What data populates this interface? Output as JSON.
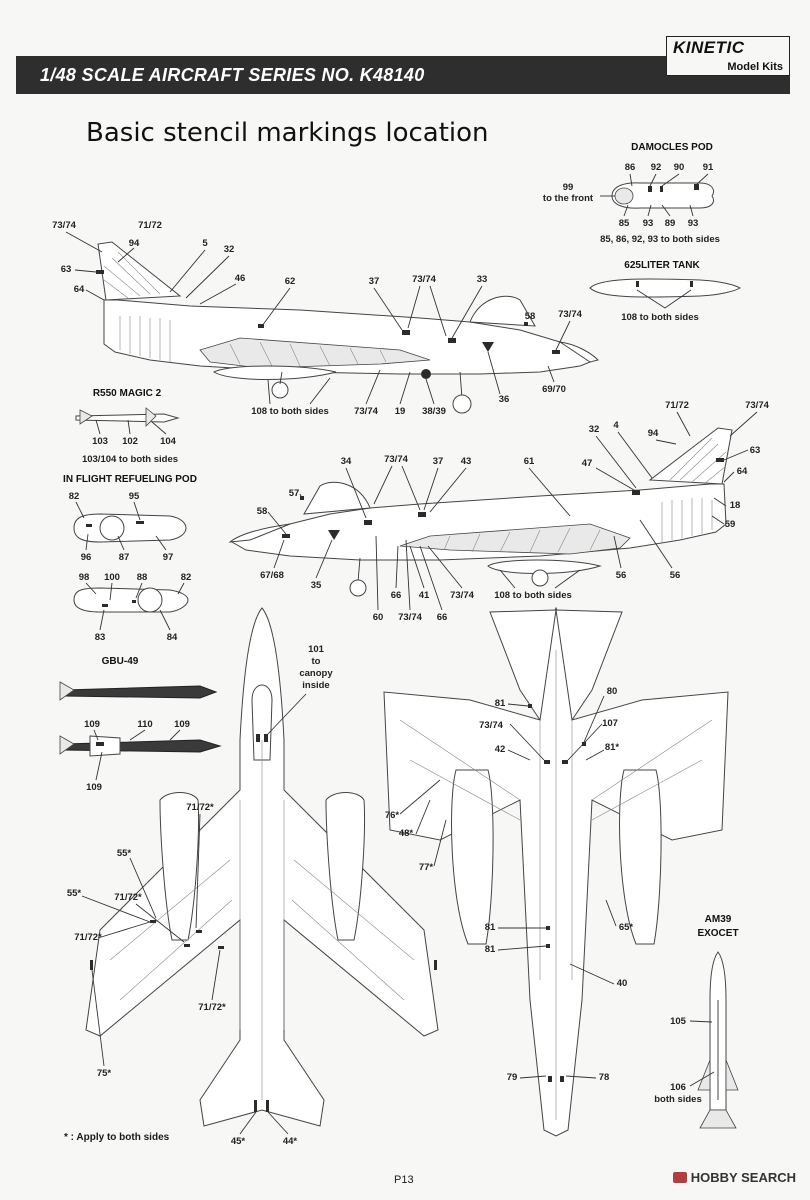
{
  "header": {
    "title": "1/48 SCALE AIRCRAFT SERIES NO. K48140",
    "brand_name": "KINETIC",
    "brand_sub": "Model Kits"
  },
  "page_title": "Basic stencil markings location",
  "sections": {
    "damocles_title": "DAMOCLES POD",
    "damocles_note": "85, 86, 92, 93 to both sides",
    "to_front": "99\nto the front",
    "tank_title": "625LITER TANK",
    "tank_note": "108 to both sides",
    "magic_title": "R550 MAGIC 2",
    "magic_note": "103/104 to both sides",
    "refuel_title": "IN FLIGHT REFUELING POD",
    "gbu_title": "GBU-49",
    "exocet_title": "AM39\nEXOCET",
    "canopy_note": "101\nto\ncanopy\ninside",
    "both_sides_108": "108 to both sides",
    "both_sides_106": "106\nboth sides"
  },
  "callouts": {
    "damocles": [
      "86",
      "92",
      "90",
      "91",
      "85",
      "93",
      "89",
      "93"
    ],
    "side1": [
      "73/74",
      "71/72",
      "94",
      "5",
      "32",
      "63",
      "46",
      "64",
      "62",
      "37",
      "73/74",
      "33",
      "58",
      "73/74",
      "69/70",
      "36",
      "38/39",
      "19",
      "73/74"
    ],
    "magic": [
      "103",
      "102",
      "104"
    ],
    "refuel": [
      "82",
      "95",
      "96",
      "87",
      "97",
      "98",
      "100",
      "88",
      "82",
      "83",
      "84"
    ],
    "side2": [
      "71/72",
      "73/74",
      "32",
      "4",
      "94",
      "63",
      "47",
      "64",
      "18",
      "59",
      "34",
      "73/74",
      "37",
      "43",
      "61",
      "57",
      "58",
      "67/68",
      "35",
      "60",
      "66",
      "41",
      "73/74",
      "66",
      "73/74",
      "56"
    ],
    "gbu": [
      "109",
      "110",
      "109",
      "109"
    ],
    "top": [
      "71/72*",
      "55*",
      "55*",
      "71/72*",
      "71/72*",
      "71/72*",
      "75*",
      "45*",
      "44*"
    ],
    "bottom": [
      "81",
      "80",
      "73/74",
      "107",
      "42",
      "81*",
      "76*",
      "48*",
      "77*",
      "81",
      "65*",
      "81",
      "40",
      "79",
      "78"
    ],
    "exocet": [
      "105"
    ]
  },
  "footnote": "* : Apply to both sides",
  "page_number": "P13",
  "watermark": "HOBBY SEARCH"
}
